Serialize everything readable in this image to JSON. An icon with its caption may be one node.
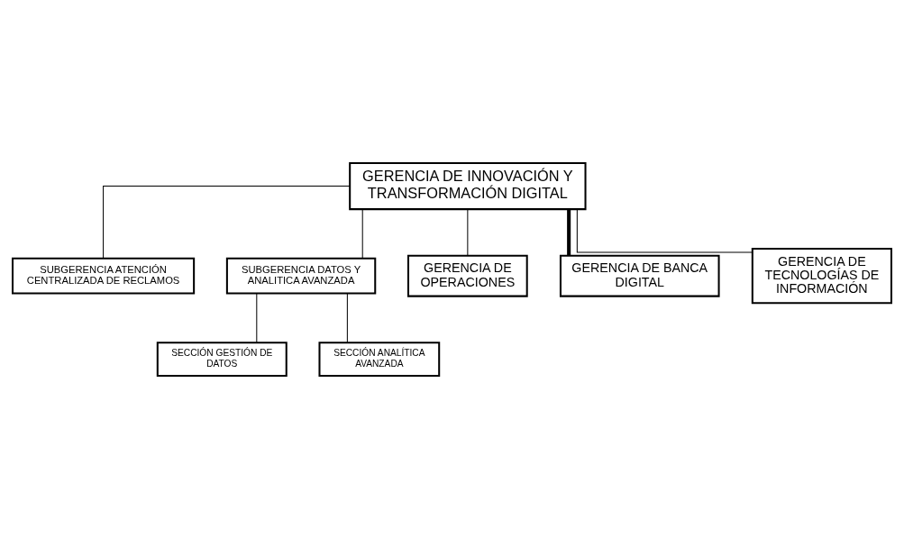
{
  "diagram": {
    "nodes": [
      {
        "text": [
          "GERENCIA DE INNOVACIÓN Y TRANSFORMACIÓN DIGITAL"
        ]
      },
      {
        "text": [
          "SUBGERENCIA ATENCIÓN CENTRALIZADA DE RECLAMOS"
        ]
      },
      {
        "text": [
          "SUBGERENCIA DATOS Y ANALITICA AVANZADA"
        ]
      },
      {
        "text": [
          "SECCIÓN GESTIÓN DE DATOS"
        ]
      },
      {
        "text": [
          "SECCIÓN ANALÍTICA AVANZADA"
        ]
      },
      {
        "text": [
          "GERENCIA DE OPERACIONES"
        ]
      },
      {
        "text": [
          "GERENCIA DE BANCA DIGITAL"
        ]
      },
      {
        "text": [
          "GERENCIA DE TECNOLOGÍAS DE INFORMACIÓN"
        ]
      }
    ],
    "edges": [
      {
        "from": 0,
        "to": 1,
        "arrow": "none"
      },
      {
        "from": 0,
        "to": 2,
        "arrow": "none"
      },
      {
        "from": 2,
        "to": 3,
        "arrow": "none"
      },
      {
        "from": 2,
        "to": 4,
        "arrow": "none"
      },
      {
        "from": 0,
        "to": 5,
        "arrow": "none"
      },
      {
        "from": 0,
        "to": 6,
        "arrow": "none",
        "style": "thick"
      },
      {
        "from": 0,
        "to": 7,
        "arrow": "none"
      }
    ]
  }
}
